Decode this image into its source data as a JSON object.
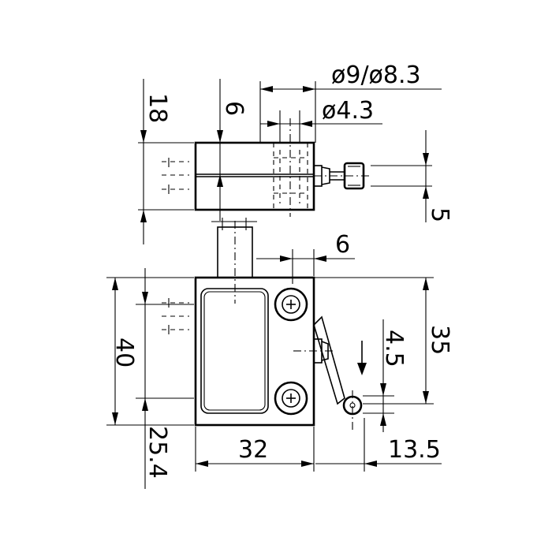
{
  "drawing": {
    "dimensions": {
      "height_top": "18",
      "offset_top": "6",
      "outer_diameters": "ø9/ø8.3",
      "hole_diameter": "ø4.3",
      "plunger_height": "5",
      "roller_offset": "6",
      "body_height": "40",
      "mount_spacing": "35",
      "roller_travel": "4.5",
      "body_width": "32",
      "roller_extension": "13.5",
      "base_offset": "25.4"
    }
  }
}
